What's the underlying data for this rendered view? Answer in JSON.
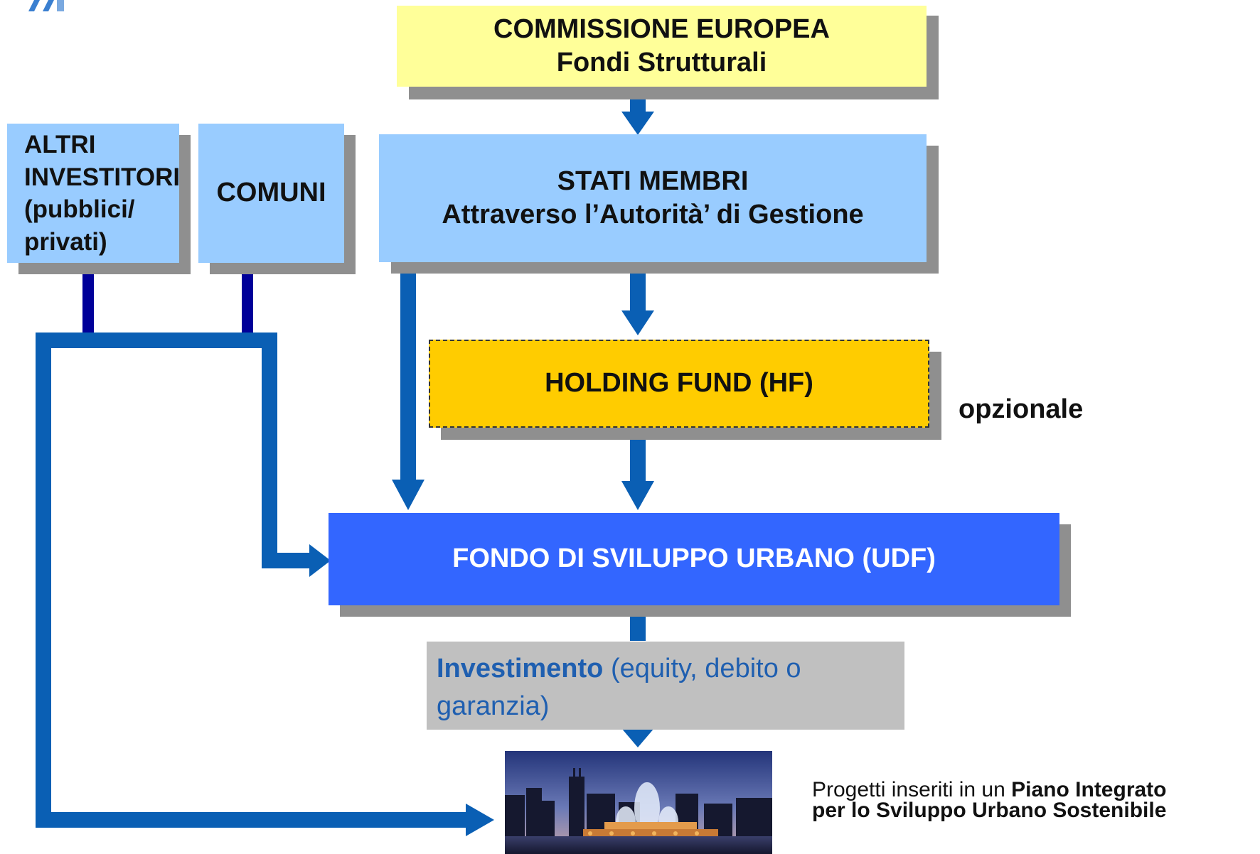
{
  "boxes": {
    "commissione": {
      "line1": "COMMISSIONE EUROPEA",
      "line2": "Fondi Strutturali"
    },
    "stati": {
      "line1": "STATI MEMBRI",
      "line2": "Attraverso l’Autorità’ di Gestione"
    },
    "altri": {
      "line1": "ALTRI",
      "line2": "INVESTITORI",
      "line3": "(pubblici/",
      "line4": "privati)"
    },
    "comuni": {
      "label": "COMUNI"
    },
    "holding": {
      "label": "HOLDING FUND (HF)"
    },
    "opzionale": {
      "label": "opzionale"
    },
    "udf": {
      "label": "FONDO DI SVILUPPO URBANO (UDF)"
    },
    "investimento": {
      "bold": "Investimento",
      "rest": " (equity, debito o",
      "line2": "garanzia)"
    }
  },
  "projects": {
    "prefix": "Progetti inseriti in un ",
    "bold1": "Piano Integrato",
    "bold2": "per lo Sviluppo Urbano Sostenibile"
  },
  "colors": {
    "commissione": "#ffff99",
    "light_blue": "#99ccff",
    "holding": "#ffcc00",
    "udf": "#3366ff",
    "investimento": "#c0c0c0",
    "arrow": "#0a5fb4",
    "dark_connector": "#000099"
  },
  "icons": {
    "city_photo": "city-skyline-photo-icon",
    "logo": "logo-icon"
  }
}
